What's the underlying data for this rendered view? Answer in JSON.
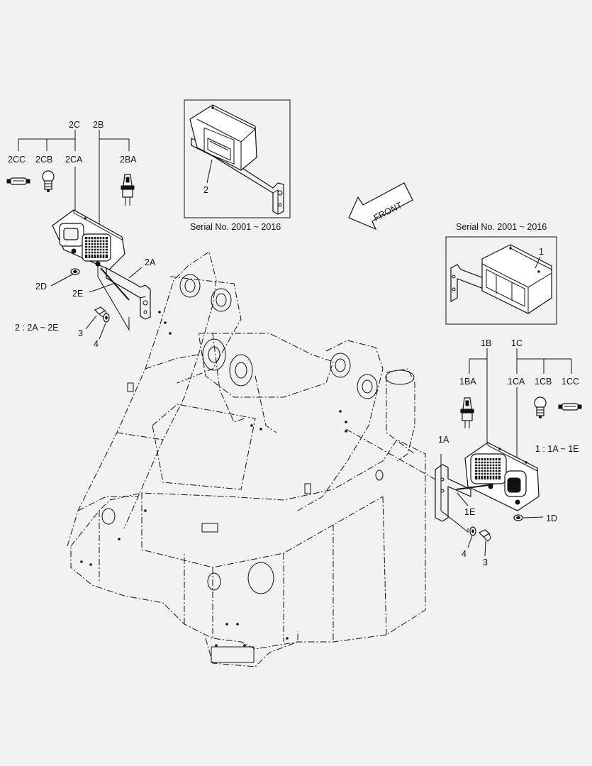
{
  "labels": {
    "2C": "2C",
    "2B": "2B",
    "2CC": "2CC",
    "2CB": "2CB",
    "2CA": "2CA",
    "2BA": "2BA",
    "2A": "2A",
    "2D": "2D",
    "2E": "2E",
    "3a": "3",
    "4a": "4",
    "group2": "2 : 2A ~ 2E",
    "inset_top_part": "2",
    "serial_top": "Serial No. 2001 ~ 2016",
    "serial_right": "Serial No. 2001 ~ 2016",
    "inset_right_part": "1",
    "front": "FRONT",
    "1B": "1B",
    "1C": "1C",
    "1BA": "1BA",
    "1CA": "1CA",
    "1CB": "1CB",
    "1CC": "1CC",
    "1A": "1A",
    "group1": "1 : 1A ~ 1E",
    "1E": "1E",
    "1D": "1D",
    "4b": "4",
    "3b": "3"
  },
  "icons": [
    "halogen-bulb-icon",
    "bayonet-bulb-icon",
    "festoon-bulb-icon"
  ]
}
